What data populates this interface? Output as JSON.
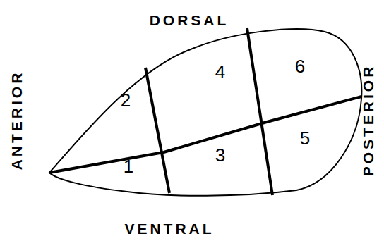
{
  "diagram": {
    "labels": [
      "DORSAL",
      "ANTERIOR",
      "2",
      "4",
      "6",
      "POSTERIOR",
      "1",
      "3",
      "5",
      "VENTRAL"
    ]
  }
}
